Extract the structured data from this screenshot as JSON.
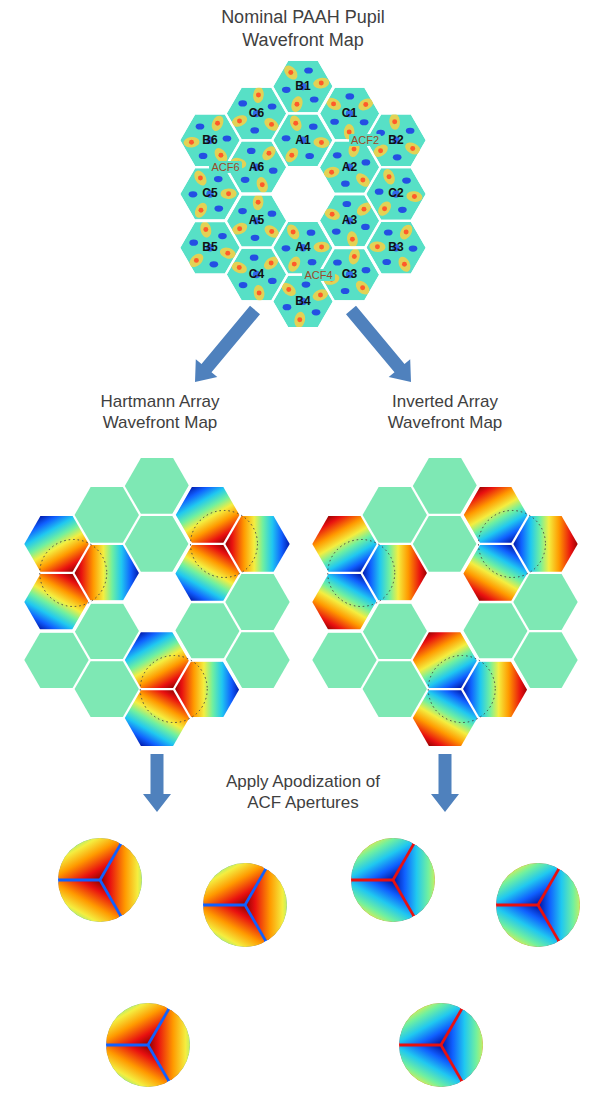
{
  "diagram": {
    "title": "Nominal PAAH Pupil Wavefront Map",
    "labels": [
      "C6",
      "B1",
      "C1",
      "B2",
      "B6",
      "ACF6",
      "A1",
      "ACF2",
      "C5",
      "A6",
      "A2",
      "A5",
      "A3",
      "C2",
      "B5",
      "C4",
      "A4",
      "C3",
      "B3",
      "ACF4",
      "B4",
      "Hartmann Array Wavefront Map",
      "Inverted Array Wavefront Map",
      "Apply Apodization of ACF Apertures"
    ]
  }
}
